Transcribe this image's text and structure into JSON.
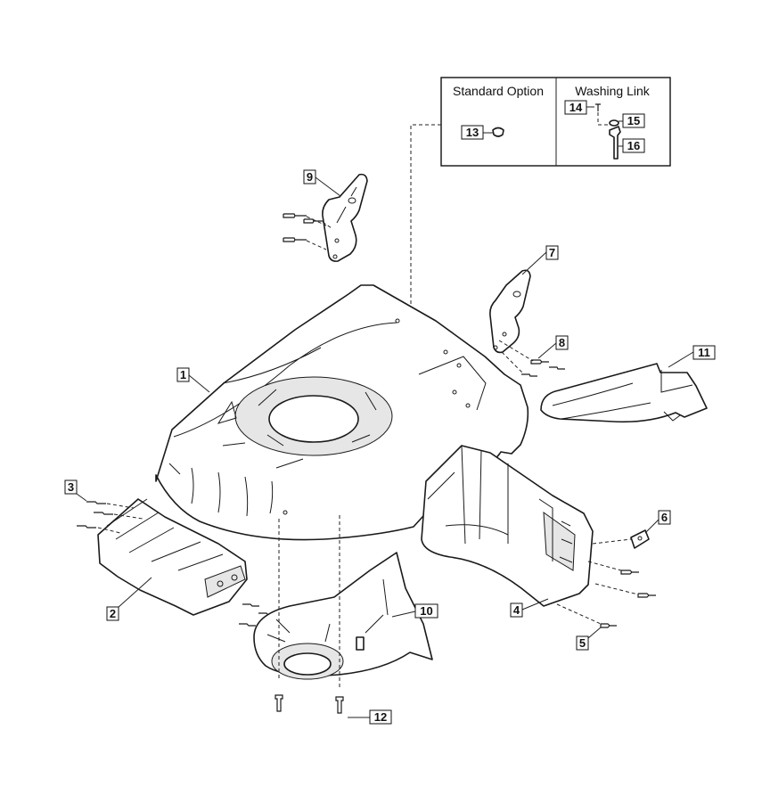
{
  "legend": {
    "standard_option": "Standard Option",
    "washing_link": "Washing Link"
  },
  "callouts": [
    "1",
    "2",
    "3",
    "4",
    "5",
    "6",
    "7",
    "8",
    "9",
    "10",
    "11",
    "12",
    "13",
    "14",
    "15",
    "16"
  ]
}
